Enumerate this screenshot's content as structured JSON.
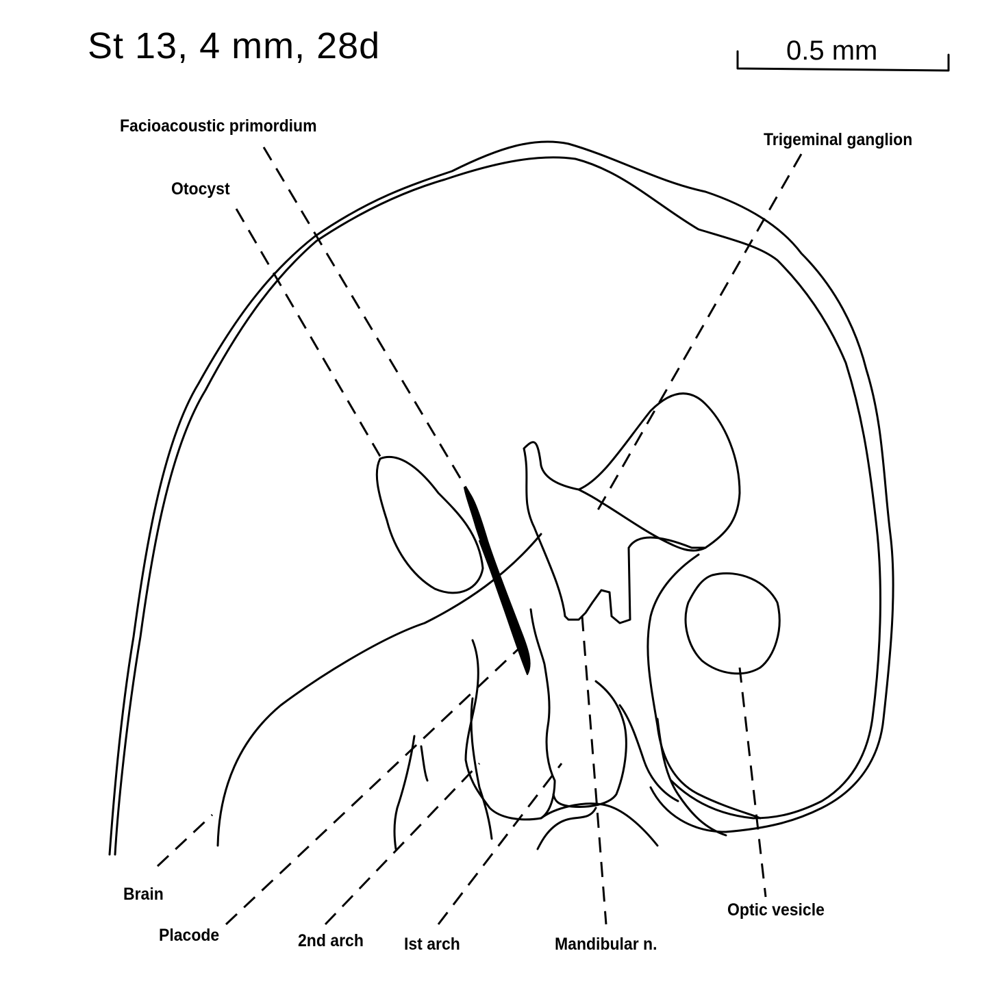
{
  "header": {
    "stage_label": "St 13, 4 mm, 28d",
    "scale_bar_label": "0.5 mm"
  },
  "labels": {
    "faciocoustic": "Facioacoustic primordium",
    "otocyst": "Otocyst",
    "trigeminal": "Trigeminal ganglion",
    "brain": "Brain",
    "placode": "Placode",
    "arch2": "2nd arch",
    "arch1": "Ist arch",
    "mandibular": "Mandibular n.",
    "optic": "Optic vesicle"
  },
  "colors": {
    "ink": "#000000",
    "paper": "#ffffff"
  }
}
